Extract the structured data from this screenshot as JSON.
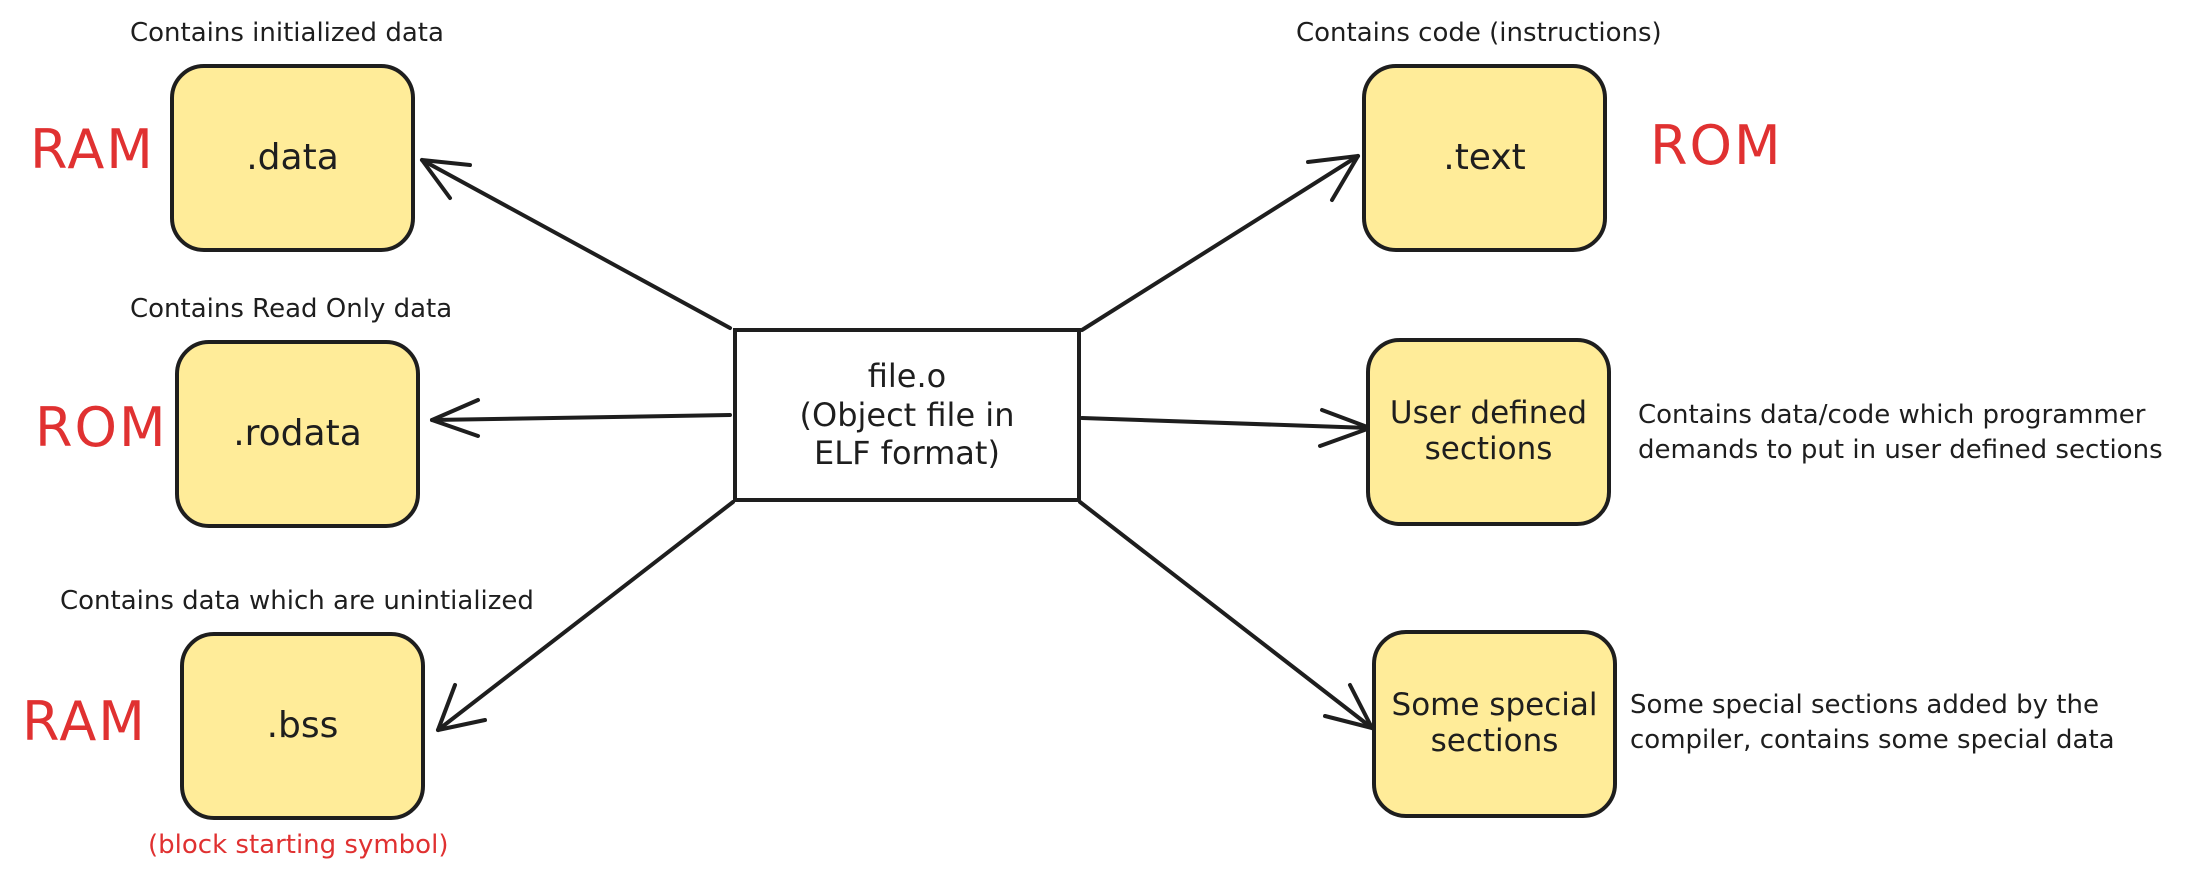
{
  "center": {
    "label": "file.o\n(Object file in\nELF format)"
  },
  "nodes": {
    "data": ".data",
    "rodata": ".rodata",
    "bss": ".bss",
    "text": ".text",
    "user": "User defined\nsections",
    "special": "Some special\nsections"
  },
  "notes": {
    "data": "Contains initialized data",
    "rodata": "Contains Read Only data",
    "bss": "Contains data which are unintialized",
    "text": "Contains code (instructions)",
    "user": "Contains data/code which programmer\ndemands to put in user defined sections",
    "special": "Some special sections added by the\ncompiler, contains some special data",
    "bss_acronym": "(block starting symbol)"
  },
  "memory": {
    "data": "RAM",
    "rodata": "ROM",
    "bss": "RAM",
    "text": "ROM"
  },
  "colors": {
    "node_fill": "#ffec99",
    "stroke": "#1e1e1e",
    "accent_red": "#e03131"
  }
}
